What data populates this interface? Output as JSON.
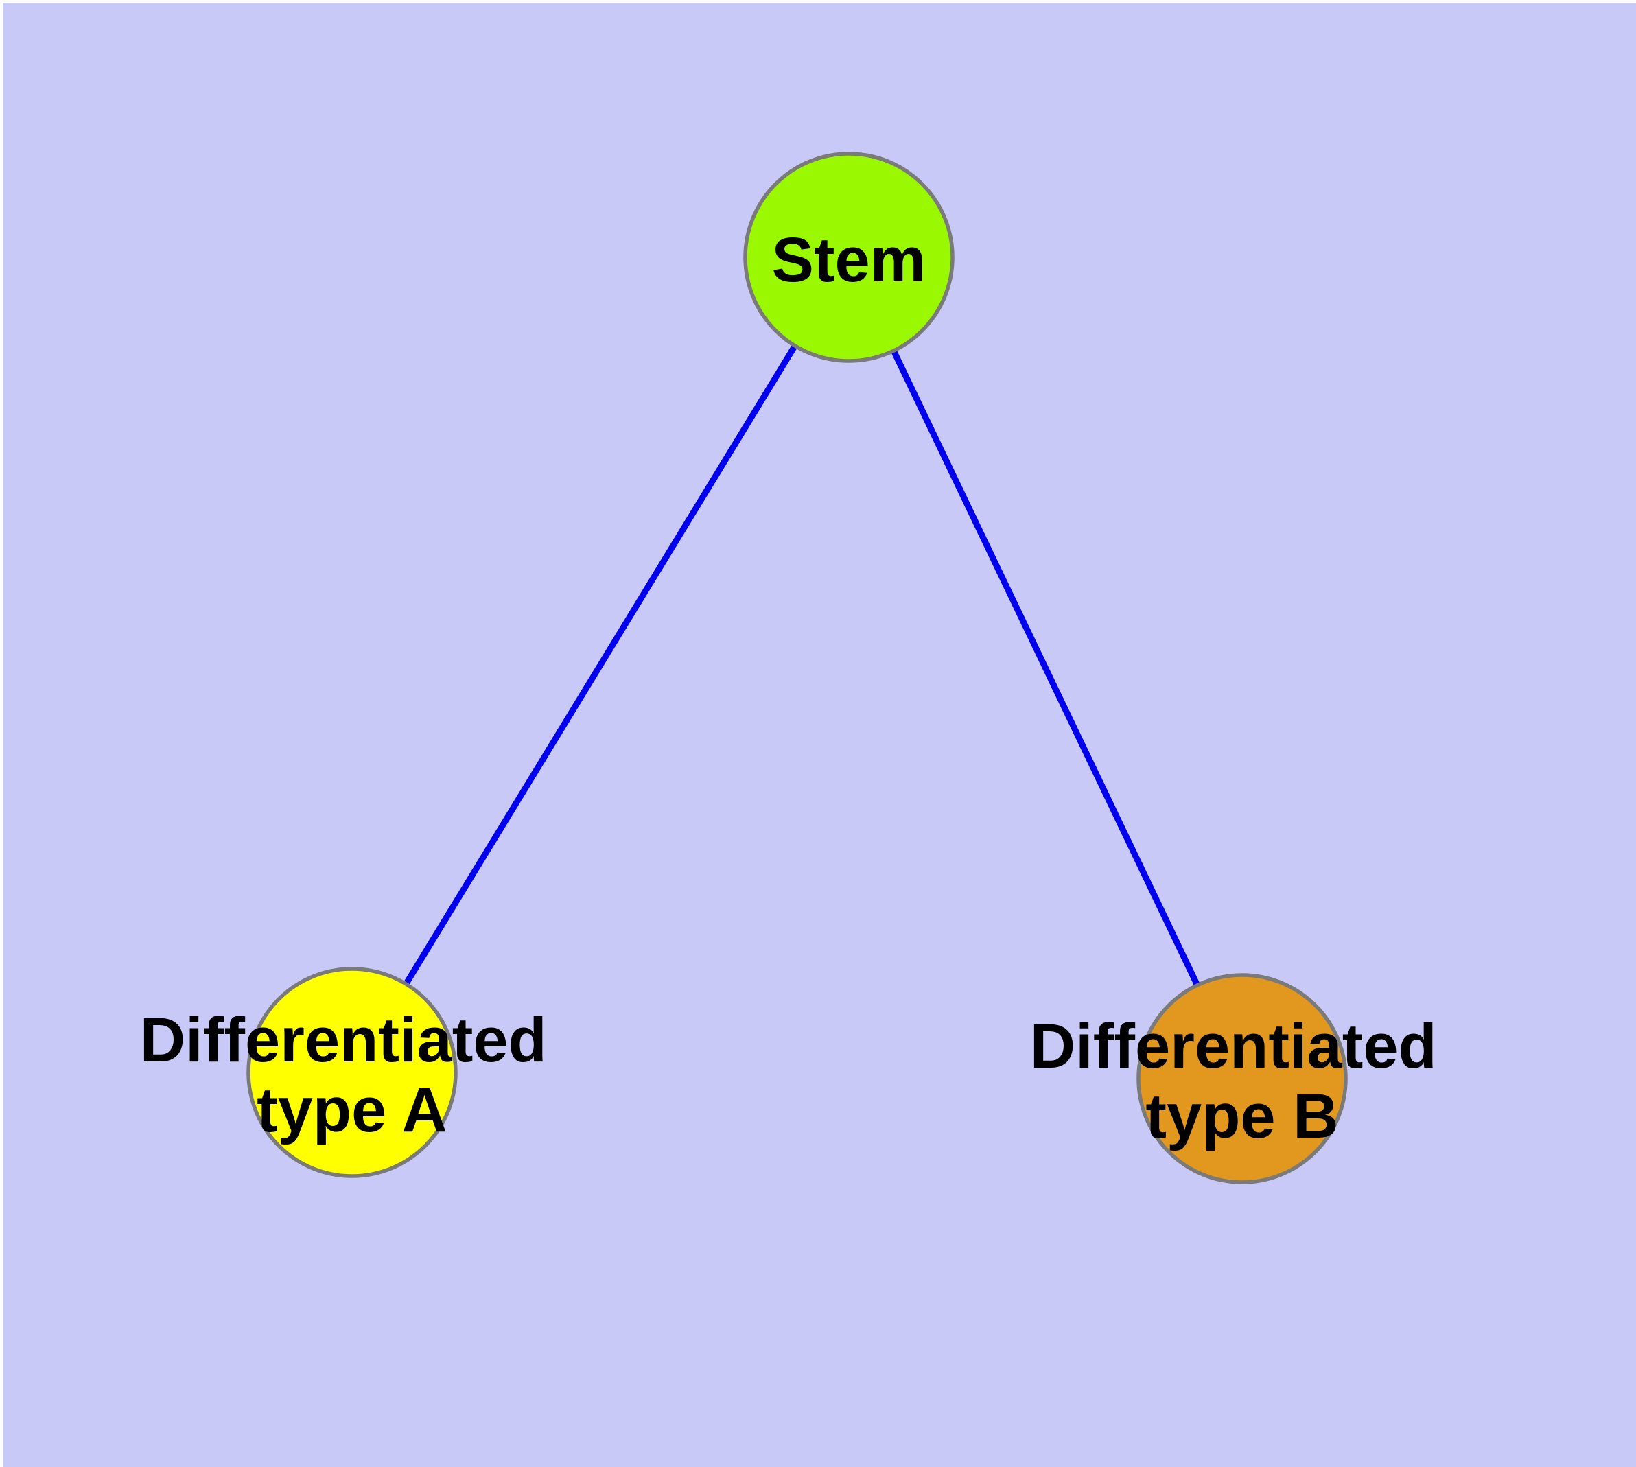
{
  "diagram": {
    "type": "node-link-graph",
    "title": "",
    "background_color": "#c9c9f8",
    "frame_color": "#ffffff",
    "edge_color": "#0000ee",
    "node_border_color": "#7a7a7a",
    "text_color": "#000000",
    "nodes": {
      "stem": {
        "label": "Stem",
        "fill": "#9af800"
      },
      "type_a": {
        "label": "Differentiated type A",
        "label_line1": "Differentiated",
        "label_line2": "type A",
        "fill": "#ffff00"
      },
      "type_b": {
        "label": "Differentiated type B",
        "label_line1": "Differentiated",
        "label_line2": "type B",
        "fill": "#e2981f"
      }
    },
    "edges": [
      {
        "from": "Stem",
        "to": "Differentiated type A"
      },
      {
        "from": "Stem",
        "to": "Differentiated type B"
      }
    ]
  }
}
